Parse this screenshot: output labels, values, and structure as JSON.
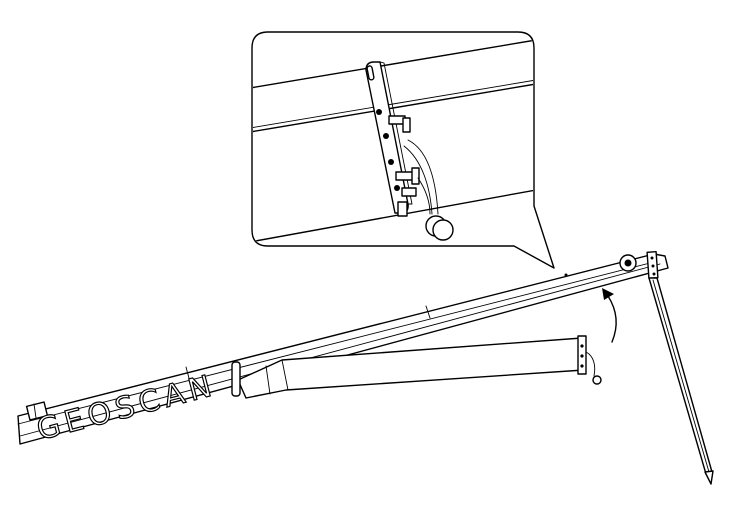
{
  "diagram": {
    "brand_label": "GEOSCAN",
    "callout": "detail-view-of-mounting-bracket",
    "arrow": "fold-direction-arrow",
    "colors": {
      "line": "#000000",
      "background": "#ffffff"
    }
  }
}
